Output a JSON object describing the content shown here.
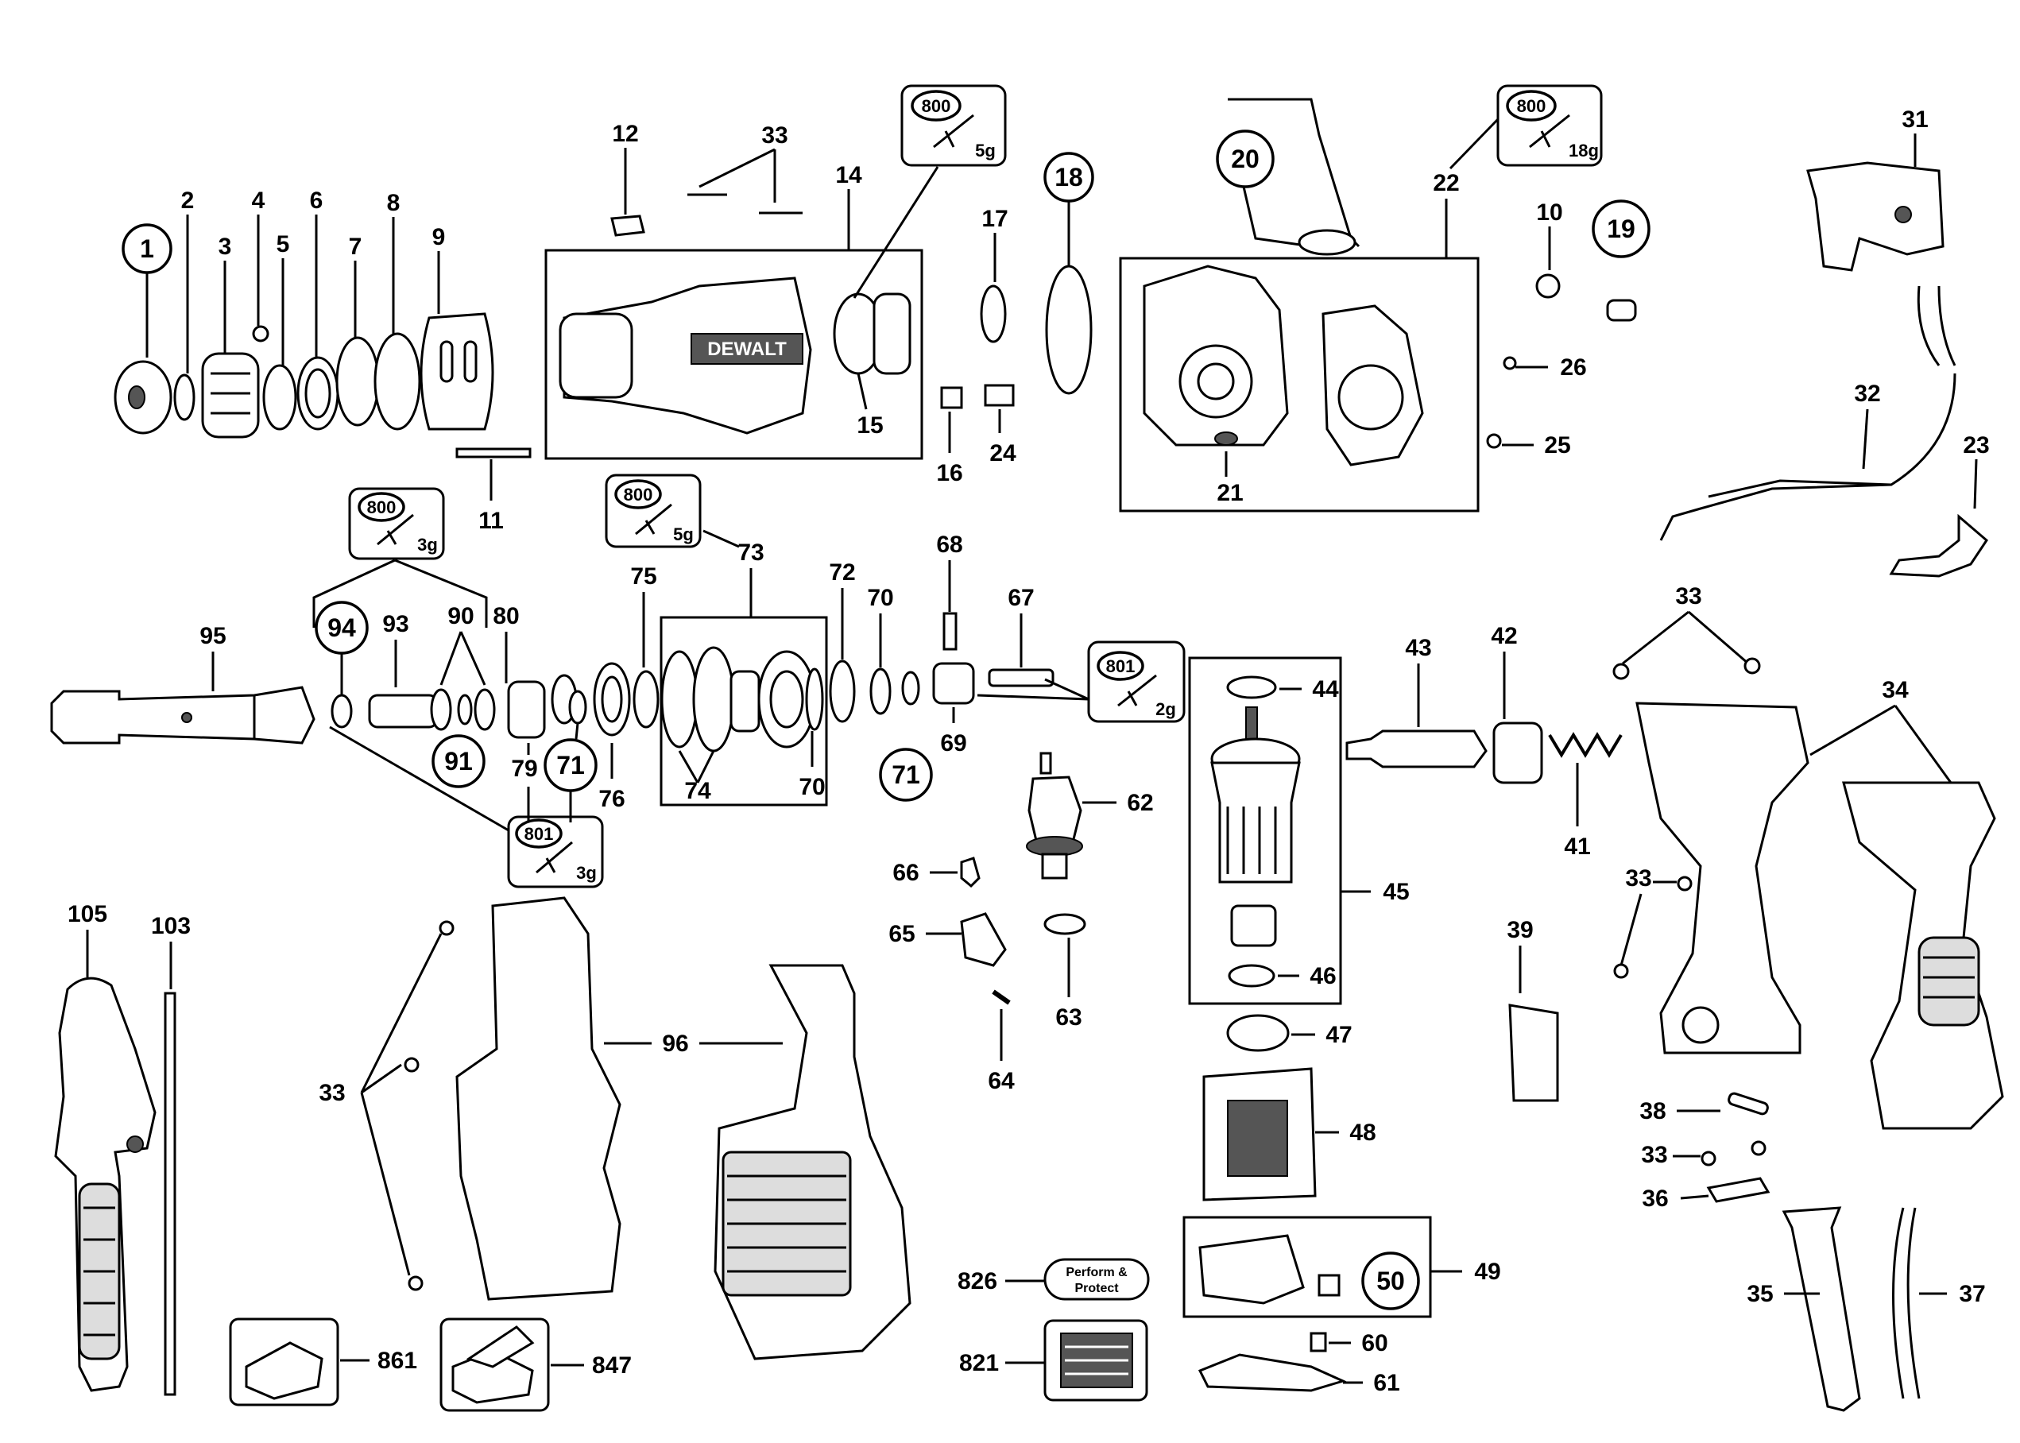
{
  "brand": "DEWALT",
  "lube_labels": {
    "l800": "800",
    "l801": "801",
    "g5": "5g",
    "g18": "18g",
    "g3": "3g",
    "g2": "2g"
  },
  "card_labels": {
    "perform_line1": "Perform &",
    "perform_line2": "Protect"
  },
  "parts": {
    "p1": "1",
    "p2": "2",
    "p3": "3",
    "p4": "4",
    "p5": "5",
    "p6": "6",
    "p7": "7",
    "p8": "8",
    "p9": "9",
    "p10": "10",
    "p11": "11",
    "p12": "12",
    "p14": "14",
    "p15": "15",
    "p16": "16",
    "p17": "17",
    "p18": "18",
    "p19": "19",
    "p20": "20",
    "p21": "21",
    "p22": "22",
    "p23": "23",
    "p24": "24",
    "p25": "25",
    "p26": "26",
    "p31": "31",
    "p32": "32",
    "p33": "33",
    "p34": "34",
    "p35": "35",
    "p36": "36",
    "p37": "37",
    "p38": "38",
    "p39": "39",
    "p41": "41",
    "p42": "42",
    "p43": "43",
    "p44": "44",
    "p45": "45",
    "p46": "46",
    "p47": "47",
    "p48": "48",
    "p49": "49",
    "p50": "50",
    "p60": "60",
    "p61": "61",
    "p62": "62",
    "p63": "63",
    "p64": "64",
    "p65": "65",
    "p66": "66",
    "p67": "67",
    "p68": "68",
    "p69": "69",
    "p70": "70",
    "p71": "71",
    "p72": "72",
    "p73": "73",
    "p74": "74",
    "p75": "75",
    "p76": "76",
    "p79": "79",
    "p80": "80",
    "p90": "90",
    "p91": "91",
    "p93": "93",
    "p94": "94",
    "p95": "95",
    "p96": "96",
    "p103": "103",
    "p105": "105",
    "p821": "821",
    "p826": "826",
    "p847": "847",
    "p861": "861"
  }
}
